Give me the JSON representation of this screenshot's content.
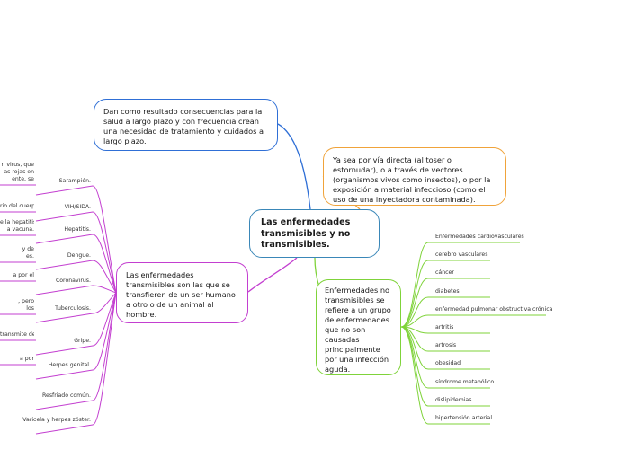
{
  "central": {
    "text": "Las enfermedades transmisibles y no transmisibles."
  },
  "top_node": {
    "text": "Dan como resultado consecuencias para la salud a largo plazo y con frecuencia crean una necesidad de tratamiento y cuidados a largo plazo."
  },
  "right_node": {
    "text": "Ya sea por vía directa (al toser o estornudar), o a través de vectores (organismos vivos como insectos), o por la exposición a material infeccioso (como el uso de una inyectadora contaminada)."
  },
  "left_node": {
    "text": "Las enfermedades transmisibles son las que se transfieren de un ser humano a otro o de un animal al hombre."
  },
  "green_node": {
    "text": "Enfermedades no transmisibles se refiere a un grupo de enfermedades que no son causadas principalmente por una infección aguda."
  },
  "left_leaves": [
    "Sarampión.",
    "VIH/SIDA.",
    "Hepatitis.",
    "Dengue.",
    "Coronavirus.",
    "Tuberculosis.",
    "Gripe.",
    "Herpes genital.",
    "Resfriado común.",
    "Varicela y herpes zóster."
  ],
  "left_fragments": [
    "n virus, que\nas rojas en\nente, se",
    "rio del cuerpo",
    "e la hepatitis\na vacuna.",
    "y de\nes.",
    "a por el",
    ", pero\nlos",
    "transmite de",
    "a por"
  ],
  "right_leaves": [
    "Enfermedades cardiovasculares",
    "cerebro vasculares",
    "cáncer",
    "diabetes",
    "enfermedad pulmonar obstructiva crónica",
    "artritis",
    "artrosis",
    "obesidad",
    "síndrome metabólico",
    "dislipidemias",
    "hipertensión arterial"
  ],
  "colors": {
    "blue": "#2f6fd6",
    "orange": "#f0a33a",
    "purple": "#c33fd0",
    "green": "#7fd33a",
    "central": "#3a87b8"
  }
}
